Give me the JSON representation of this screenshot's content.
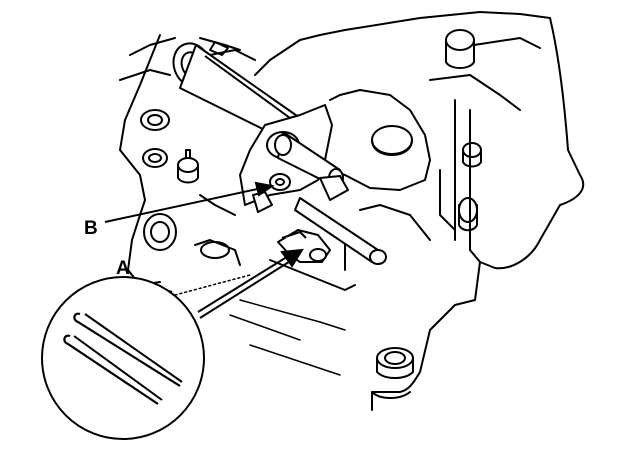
{
  "figure": {
    "callouts": [
      {
        "id": "B",
        "text": "B"
      },
      {
        "id": "A",
        "text": "A"
      }
    ],
    "colors": {
      "line": "#000000",
      "background": "#ffffff"
    }
  }
}
